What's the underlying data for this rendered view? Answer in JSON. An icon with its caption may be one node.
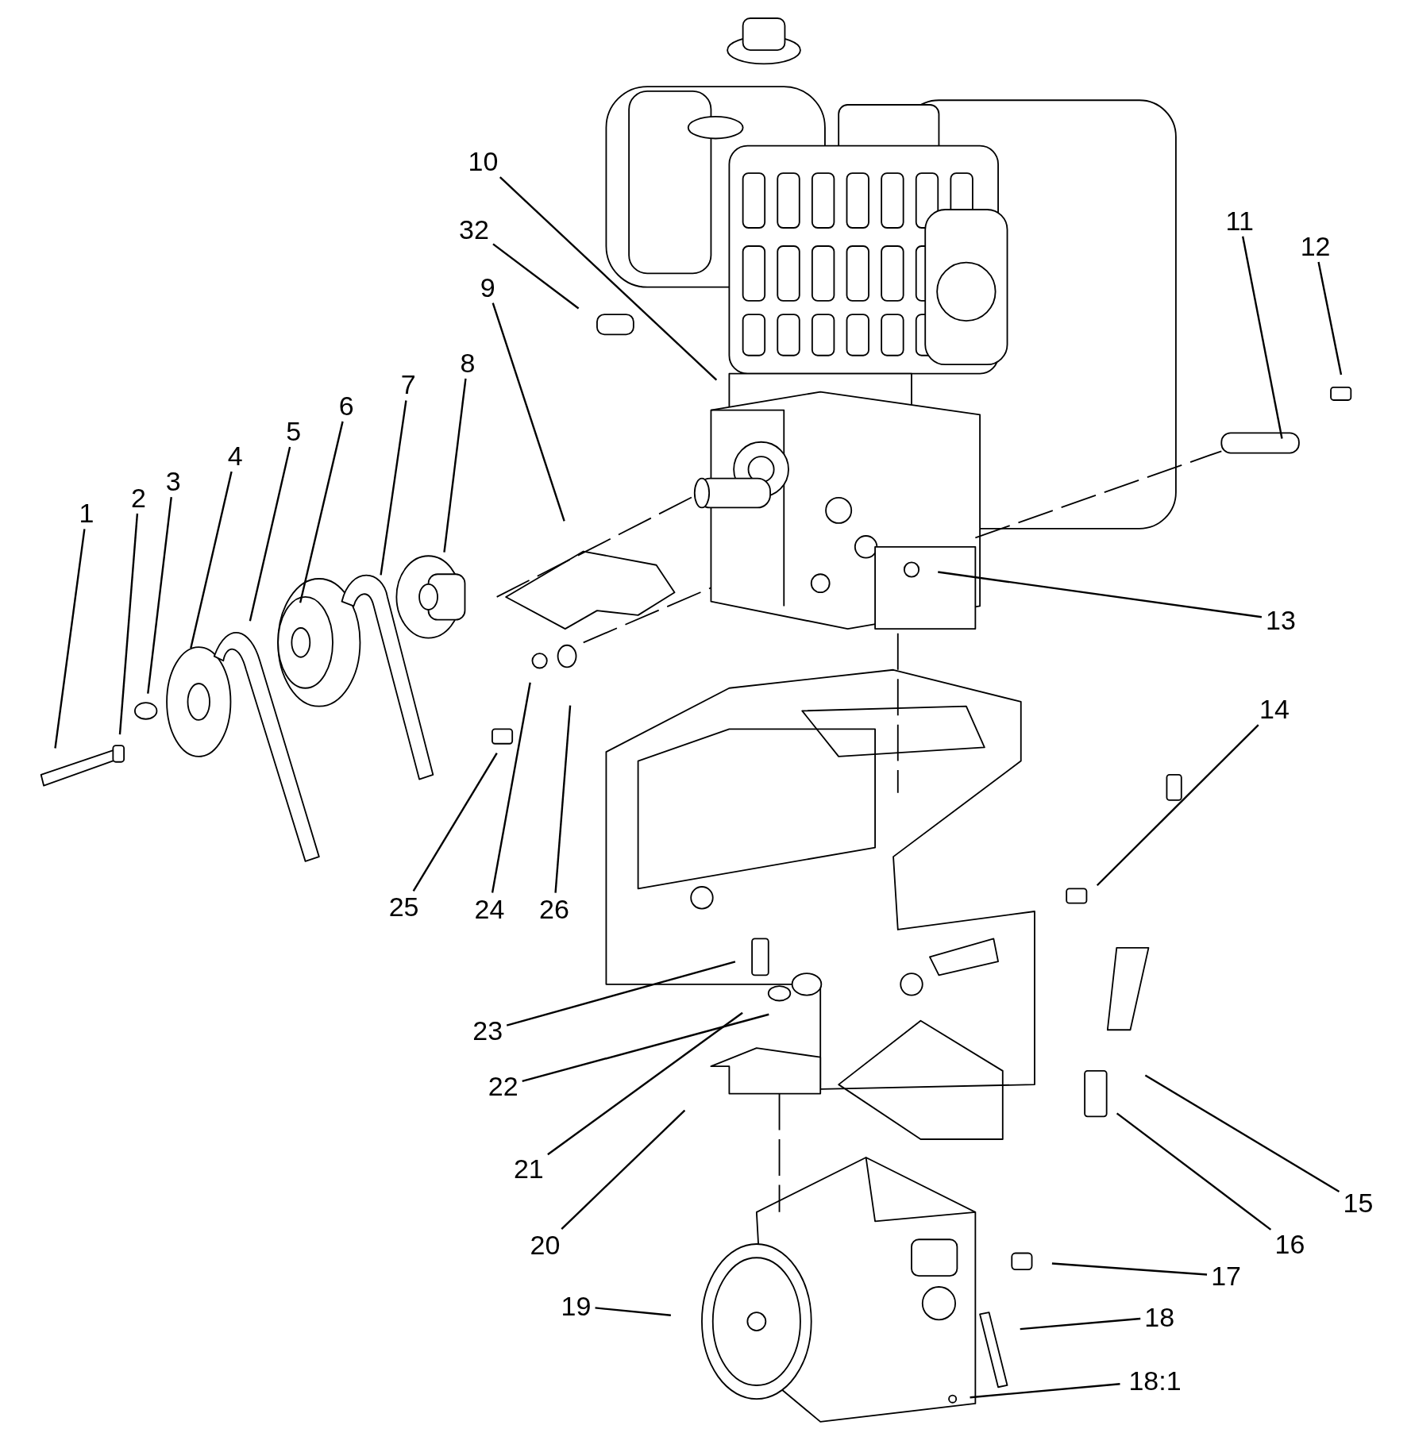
{
  "diagram": {
    "nodes": [
      {
        "text": [
          "1"
        ]
      },
      {
        "text": [
          "2"
        ]
      },
      {
        "text": [
          "3"
        ]
      },
      {
        "text": [
          "4"
        ]
      },
      {
        "text": [
          "5"
        ]
      },
      {
        "text": [
          "6"
        ]
      },
      {
        "text": [
          "7"
        ]
      },
      {
        "text": [
          "8"
        ]
      },
      {
        "text": [
          "9"
        ]
      },
      {
        "text": [
          "10"
        ]
      },
      {
        "text": [
          "32"
        ]
      },
      {
        "text": [
          "11"
        ]
      },
      {
        "text": [
          "12"
        ]
      },
      {
        "text": [
          "13"
        ]
      },
      {
        "text": [
          "14"
        ]
      },
      {
        "text": [
          "25"
        ]
      },
      {
        "text": [
          "24"
        ]
      },
      {
        "text": [
          "26"
        ]
      },
      {
        "text": [
          "23"
        ]
      },
      {
        "text": [
          "22"
        ]
      },
      {
        "text": [
          "21"
        ]
      },
      {
        "text": [
          "20"
        ]
      },
      {
        "text": [
          "15"
        ]
      },
      {
        "text": [
          "16"
        ]
      },
      {
        "text": [
          "17"
        ]
      },
      {
        "text": [
          "18"
        ]
      },
      {
        "text": [
          "19"
        ]
      },
      {
        "text": [
          "18:1"
        ]
      }
    ],
    "edges": [
      {
        "from": 0,
        "to": null,
        "arrow": "none"
      },
      {
        "from": 1,
        "to": null,
        "arrow": "none"
      },
      {
        "from": 2,
        "to": null,
        "arrow": "none"
      },
      {
        "from": 3,
        "to": null,
        "arrow": "none"
      },
      {
        "from": 4,
        "to": null,
        "arrow": "none"
      },
      {
        "from": 5,
        "to": null,
        "arrow": "none"
      },
      {
        "from": 6,
        "to": null,
        "arrow": "none"
      },
      {
        "from": 7,
        "to": null,
        "arrow": "none"
      },
      {
        "from": 8,
        "to": null,
        "arrow": "none"
      },
      {
        "from": 9,
        "to": null,
        "arrow": "none"
      },
      {
        "from": 10,
        "to": null,
        "arrow": "none"
      },
      {
        "from": 11,
        "to": null,
        "arrow": "none"
      },
      {
        "from": 12,
        "to": null,
        "arrow": "none"
      },
      {
        "from": 13,
        "to": null,
        "arrow": "none"
      },
      {
        "from": 14,
        "to": null,
        "arrow": "none"
      },
      {
        "from": 15,
        "to": null,
        "arrow": "none"
      },
      {
        "from": 16,
        "to": null,
        "arrow": "none"
      },
      {
        "from": 17,
        "to": null,
        "arrow": "none"
      },
      {
        "from": 18,
        "to": null,
        "arrow": "none"
      },
      {
        "from": 19,
        "to": null,
        "arrow": "none"
      },
      {
        "from": 20,
        "to": null,
        "arrow": "none"
      },
      {
        "from": 21,
        "to": null,
        "arrow": "none"
      },
      {
        "from": 22,
        "to": null,
        "arrow": "none"
      },
      {
        "from": 23,
        "to": null,
        "arrow": "none"
      },
      {
        "from": 24,
        "to": null,
        "arrow": "none"
      },
      {
        "from": 25,
        "to": null,
        "arrow": "none"
      },
      {
        "from": 26,
        "to": null,
        "arrow": "none"
      },
      {
        "from": 27,
        "to": null,
        "arrow": "none"
      }
    ]
  }
}
